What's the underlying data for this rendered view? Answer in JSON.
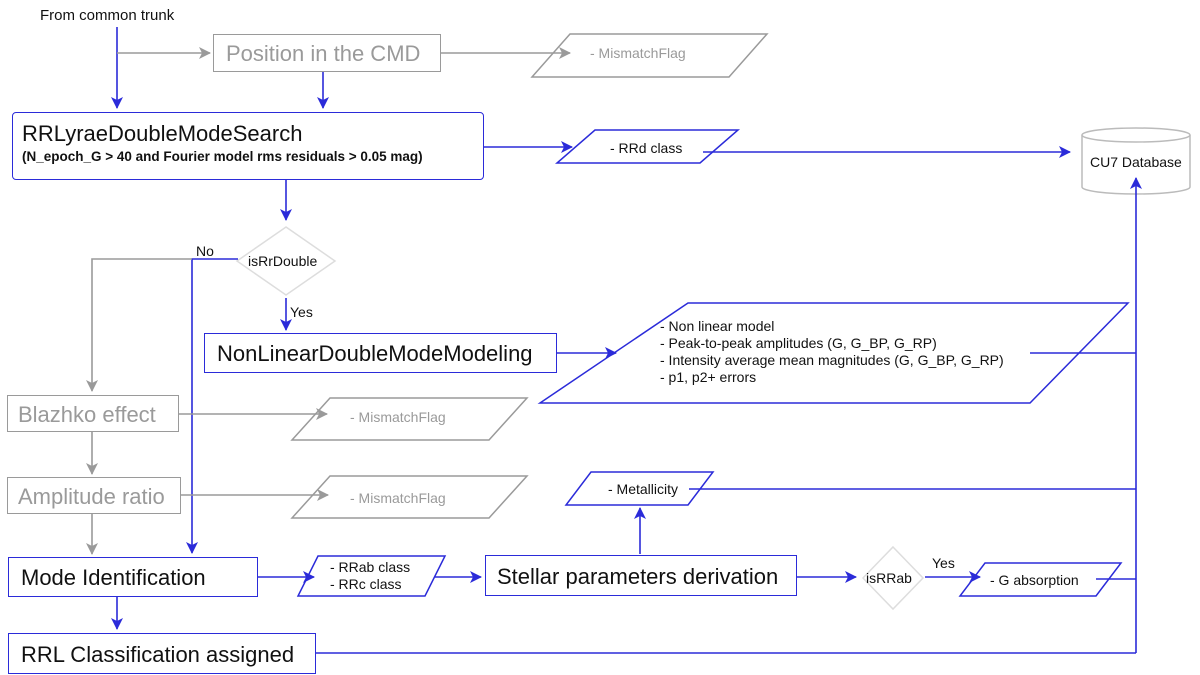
{
  "colors": {
    "blue": "#2b2bd9",
    "gray": "#9a9a9a",
    "text": "#111111"
  },
  "start_label": "From common trunk",
  "cmd_position": {
    "label": "Position in the CMD",
    "output": "- MismatchFlag"
  },
  "double_mode_search": {
    "title": "RRLyraeDoubleModeSearch",
    "condition": "(N_epoch_G > 40 and Fourier model rms residuals > 0.05 mag)",
    "output": "- RRd class"
  },
  "database": {
    "label": "CU7 Database"
  },
  "is_rr_double": {
    "label": "isRrDouble",
    "no": "No",
    "yes": "Yes"
  },
  "nonlinear_modeling": {
    "label": "NonLinearDoubleModeModeling",
    "outputs": [
      "- Non linear model",
      "- Peak-to-peak amplitudes (G, G_BP, G_RP)",
      "- Intensity average mean magnitudes (G, G_BP, G_RP)",
      "- p1, p2+ errors"
    ]
  },
  "blazhko": {
    "label": "Blazhko effect",
    "output": "- MismatchFlag"
  },
  "amplitude_ratio": {
    "label": "Amplitude ratio",
    "output": "- MismatchFlag"
  },
  "metallicity": {
    "label": "- Metallicity"
  },
  "mode_identification": {
    "label": "Mode Identification",
    "outputs": [
      "- RRab class",
      "- RRc class"
    ]
  },
  "stellar_params": {
    "label": "Stellar parameters derivation"
  },
  "is_rrab": {
    "label": "isRRab",
    "yes": "Yes",
    "output": "- G absorption"
  },
  "rrl_classification": {
    "label": "RRL Classification assigned"
  }
}
